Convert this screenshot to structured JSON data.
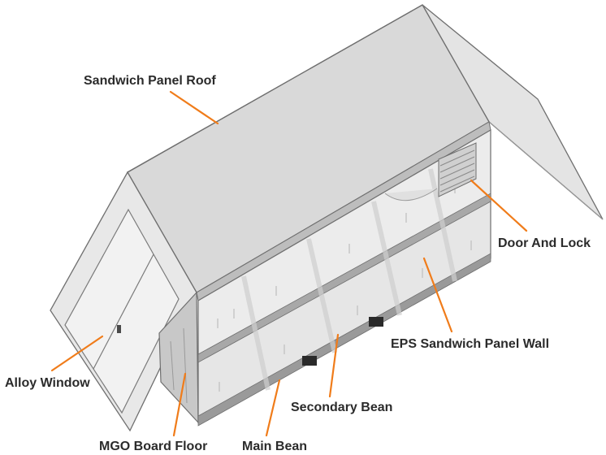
{
  "labels": {
    "roof": "Sandwich Panel Roof",
    "door": "Door And Lock",
    "wall": "EPS Sandwich Panel Wall",
    "window": "Alloy Window",
    "secondary_beam": "Secondary Bean",
    "floor": "MGO Board Floor",
    "main_beam": "Main Bean"
  },
  "colors": {
    "leader": "#f07c1a",
    "text": "#2b2b2b",
    "panel_light": "#ececec",
    "panel_mid": "#d9d9d9",
    "panel_dark": "#bdbdbd",
    "outline": "#6f6f6f",
    "beam_dark": "#2a2a2a"
  }
}
